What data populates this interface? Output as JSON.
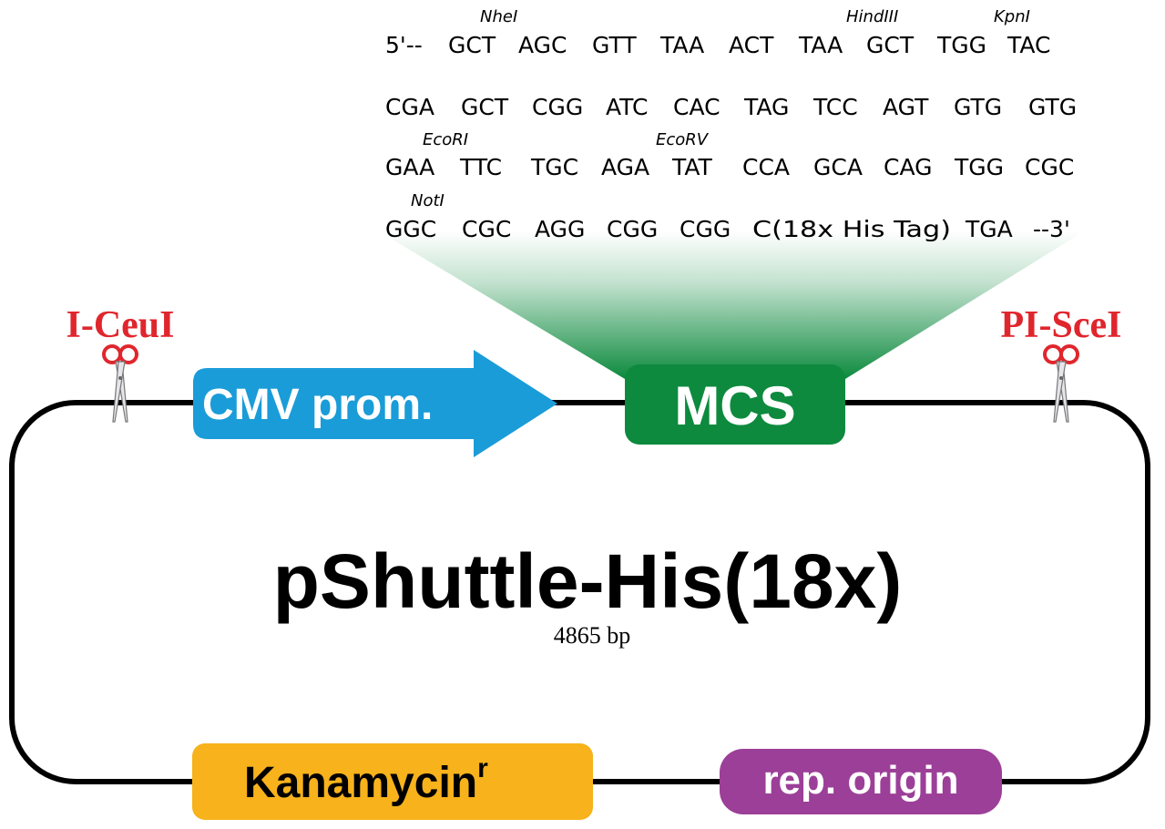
{
  "plasmid": {
    "name": "pShuttle-His(18x)",
    "size": "4865 bp"
  },
  "restriction_sites": {
    "left": "I-CeuI",
    "right": "PI-SceI"
  },
  "features": {
    "promoter": "CMV prom.",
    "mcs": "MCS",
    "resistance": "Kanamycin",
    "resistance_superscript": "r",
    "origin": "rep. origin"
  },
  "sequence": {
    "rows": [
      [
        "5'--",
        "GCT",
        "AGC",
        "GTT",
        "TAA",
        "ACT",
        "TAA",
        "GCT",
        "TGG",
        "TAC"
      ],
      [
        "CGA",
        "GCT",
        "CGG",
        "ATC",
        "CAC",
        "TAG",
        "TCC",
        "AGT",
        "GTG",
        "GTG"
      ],
      [
        "GAA",
        "TTC",
        "TGC",
        "AGA",
        "TAT",
        "CCA",
        "GCA",
        "CAG",
        "TGG",
        "CGC"
      ],
      [
        "GGC",
        "CGC",
        "AGG",
        "CGG",
        "CGG",
        "C(18x His Tag)",
        "TGA",
        "--3'"
      ]
    ],
    "enzyme_labels": [
      "NheI",
      "HindIII",
      "KpnI",
      "EcoRI",
      "EcoRV",
      "NotI"
    ]
  },
  "colors": {
    "promoter": "#1a9cd8",
    "mcs": "#0d8a3e",
    "resistance": "#f7b21c",
    "origin": "#9c3f98",
    "site_label": "#e0262d",
    "backbone": "#000000"
  },
  "icons": [
    "scissors-icon",
    "scissors-icon"
  ]
}
